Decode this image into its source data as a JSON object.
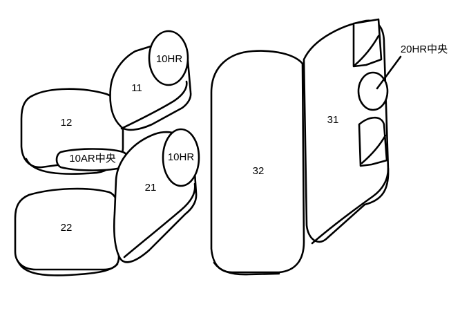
{
  "labels": {
    "p11": "11",
    "p10hr_upper": "10HR",
    "p12": "12",
    "p10ar": "10AR中央",
    "p21": "21",
    "p10hr_lower": "10HR",
    "p22": "22",
    "p32": "32",
    "p31": "31",
    "p20hr": "20HR中央"
  }
}
